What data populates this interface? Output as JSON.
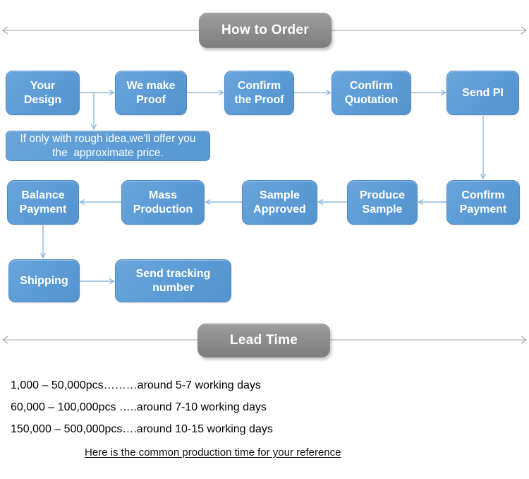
{
  "colors": {
    "node_blue": "#5b9bd5",
    "node_border": "#4e8ac8",
    "banner_gray": "#8c8c8c",
    "arrow_blue": "#8fb8e0",
    "rule_gray": "#b3b3b3"
  },
  "sections": {
    "how_to_order": {
      "title": "How to Order"
    },
    "lead_time": {
      "title": "Lead Time"
    }
  },
  "flow": {
    "nodes": {
      "your_design": "Your Design",
      "we_make_proof": "We make Proof",
      "confirm_the_proof": "Confirm the Proof",
      "confirm_quotation": "Confirm Quotation",
      "send_pi": "Send PI",
      "confirm_payment": "Confirm Payment",
      "produce_sample": "Produce Sample",
      "sample_approved": "Sample Approved",
      "mass_production": "Mass Production",
      "balance_payment": "Balance Payment",
      "shipping": "Shipping",
      "send_tracking_number": "Send tracking number"
    },
    "note": "If only with rough idea,we'll offer you the  approximate price."
  },
  "lead_time_info": {
    "lines": [
      "1,000 – 50,000pcs………around 5-7 working days",
      "60,000 – 100,000pcs …..around 7-10 working days",
      "150,000 – 500,000pcs….around 10-15 working days"
    ],
    "reference": "Here is the common production time for your reference"
  }
}
